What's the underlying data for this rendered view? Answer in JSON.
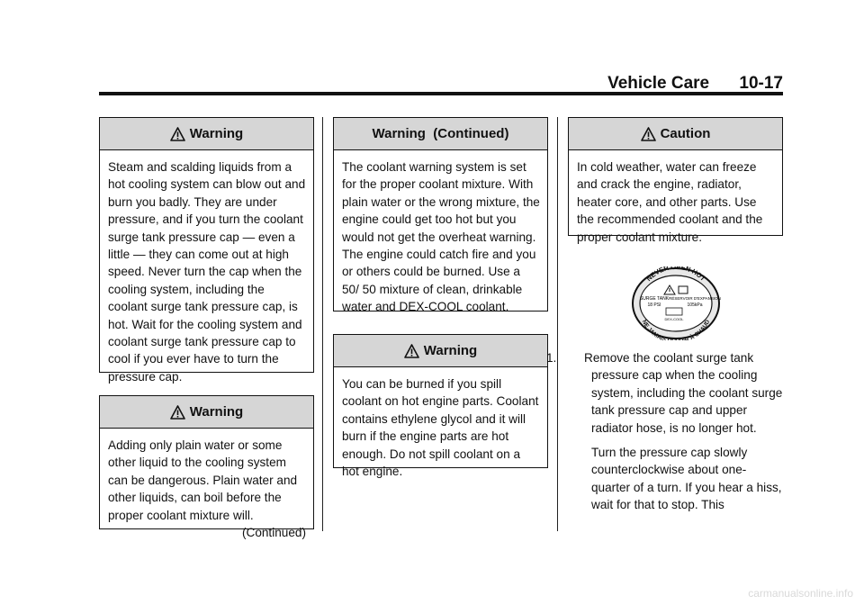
{
  "header": {
    "title": "Vehicle Care",
    "page": "10-17"
  },
  "col1": {
    "warning1": {
      "heading": "Warning",
      "text": "Steam and scalding liquids from a hot cooling system can blow out and burn you badly. They are under pressure, and if you turn the coolant surge tank pressure cap — even a little — they can come out at high speed. Never turn the cap when the cooling system, including the coolant surge tank pressure cap, is hot. Wait for the cooling system and coolant surge tank pressure cap to cool if you ever have to turn the pressure cap."
    },
    "warning2": {
      "heading": "Warning",
      "text": "Adding only plain water or some other liquid to the cooling system can be dangerous. Plain water and other liquids, can boil before the proper coolant mixture will.",
      "continued": "(Continued)"
    }
  },
  "col2": {
    "warning_cont": {
      "heading": "Warning  (Continued)",
      "text": "The coolant warning system is set for the proper coolant mixture. With plain water or the wrong mixture, the engine could get too hot but you would not get the overheat warning. The engine could catch fire and you or others could be burned. Use a 50/ 50 mixture of clean, drinkable water and DEX-COOL coolant."
    },
    "warning3": {
      "heading": "Warning",
      "text": "You can be burned if you spill coolant on hot engine parts. Coolant contains ethylene glycol and it will burn if the engine parts are hot enough. Do not spill coolant on a hot engine."
    }
  },
  "col3": {
    "caution": {
      "heading": "Caution",
      "text": "In cold weather, water can freeze and crack the engine, radiator, heater core, and other parts. Use the recommended coolant and the proper coolant mixture."
    },
    "cap_image": {
      "top_text": "NEVER OPEN HOT",
      "bottom_text": "NE JAMAIS OUVRIR À CHAUD",
      "left_label": "SURGE TANK",
      "left_sub": "18 PSI",
      "right_label": "RÉSERVOIR D'EXPANSION",
      "right_sub": "105kPa",
      "center_label": "DEX-COOL"
    },
    "steps": [
      {
        "number": "1.",
        "text": "Remove the coolant surge tank pressure cap when the cooling system, including the coolant surge tank pressure cap and upper radiator hose, is no longer hot.",
        "followup": "Turn the pressure cap slowly counterclockwise about one-quarter of a turn. If you hear a hiss, wait for that to stop. This"
      }
    ]
  },
  "footer": {
    "watermark": "carmanualsonline.info"
  }
}
